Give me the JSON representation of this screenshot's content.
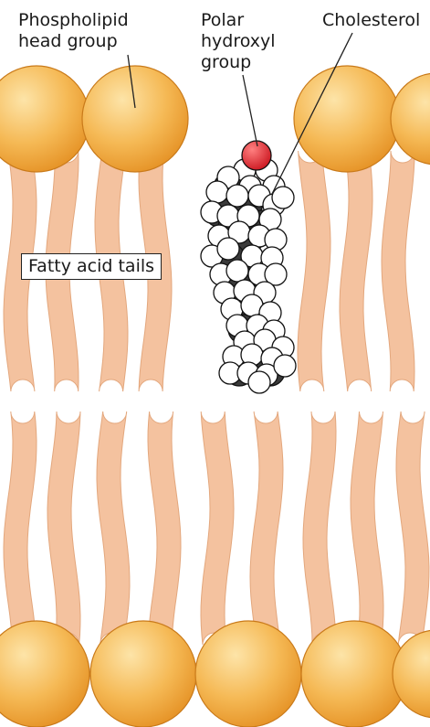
{
  "labels": {
    "phospholipid": "Phospholipid\nhead group",
    "polar": "Polar\nhydroxyl\ngroup",
    "cholesterol": "Cholesterol",
    "fatty_acid_tails": "Fatty acid tails"
  },
  "colors": {
    "head_fill": "#f2a93b",
    "head_highlight": "#fde4a8",
    "tail_fill": "#f4c29f",
    "hydroxyl": "#e0161f",
    "carbon": "#3a3a3a",
    "hydrogen": "#ffffff",
    "outline": "#111111"
  }
}
